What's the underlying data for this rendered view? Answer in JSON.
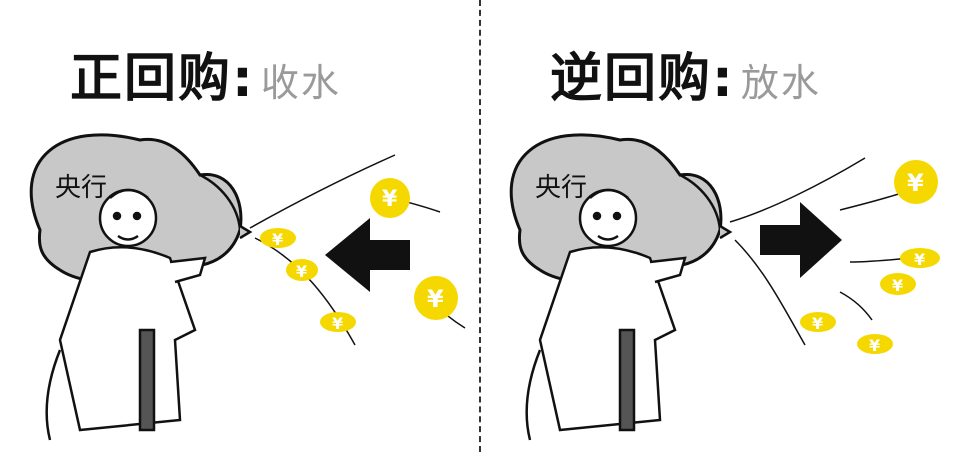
{
  "panels": [
    {
      "title": "正回购",
      "colon": ":",
      "subtitle": "收水",
      "bag_label": "央行",
      "coin_symbol": "¥",
      "arrow_direction": "in"
    },
    {
      "title": "逆回购",
      "colon": ":",
      "subtitle": "放水",
      "bag_label": "央行",
      "coin_symbol": "¥",
      "arrow_direction": "out"
    }
  ],
  "colors": {
    "coin": "#f5d800",
    "bag": "#c8c8c8",
    "ink": "#111111",
    "subtitle": "#9a9a9a"
  }
}
